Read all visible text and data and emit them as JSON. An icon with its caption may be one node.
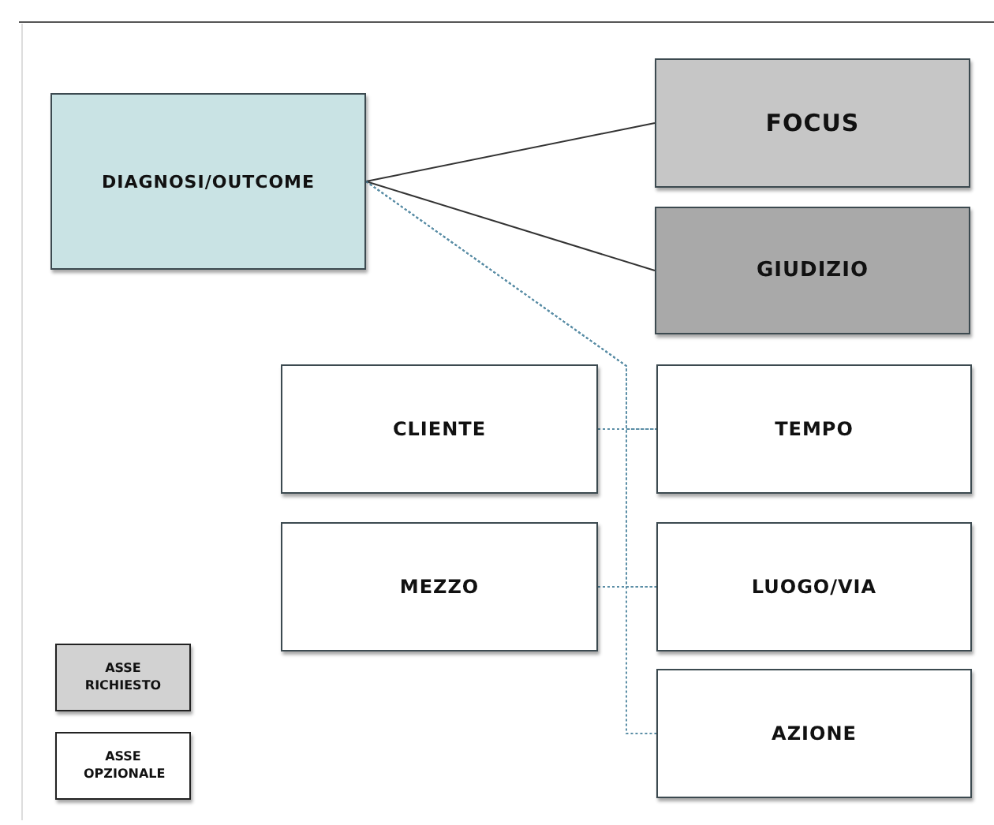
{
  "diagram": {
    "nodes": [
      {
        "text": [
          "DIAGNOSI/OUTCOME"
        ]
      },
      {
        "text": [
          "FOCUS"
        ]
      },
      {
        "text": [
          "GIUDIZIO"
        ]
      },
      {
        "text": [
          "CLIENTE"
        ]
      },
      {
        "text": [
          "TEMPO"
        ]
      },
      {
        "text": [
          "MEZZO"
        ]
      },
      {
        "text": [
          "LUOGO/VIA"
        ]
      },
      {
        "text": [
          "AZIONE"
        ]
      }
    ],
    "edges": [
      {
        "from": 0,
        "to": 1,
        "arrow": "none",
        "color": "#333333"
      },
      {
        "from": 0,
        "to": 2,
        "arrow": "none",
        "color": "#333333"
      },
      {
        "from": 0,
        "to": 4,
        "arrow": "none",
        "style": "dashed",
        "color": "#5b8ea6"
      },
      {
        "from": 0,
        "to": 6,
        "arrow": "none",
        "style": "dashed",
        "color": "#5b8ea6"
      },
      {
        "from": 0,
        "to": 7,
        "arrow": "none",
        "style": "dashed",
        "color": "#5b8ea6"
      },
      {
        "from": 3,
        "to": 4,
        "arrow": "none",
        "style": "dashed",
        "color": "#5b8ea6"
      },
      {
        "from": 5,
        "to": 6,
        "arrow": "none",
        "style": "dashed",
        "color": "#5b8ea6"
      }
    ],
    "legend": [
      {
        "text": "ASSE RICHIESTO",
        "color": "#d2d2d2"
      },
      {
        "text": "ASSE OPZIONALE",
        "color": "#ffffff"
      }
    ]
  }
}
